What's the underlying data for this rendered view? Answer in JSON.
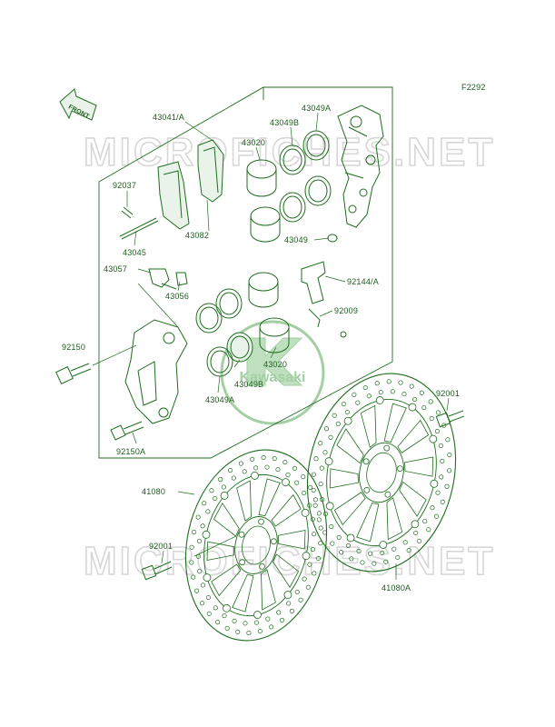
{
  "figure_code": "F2292",
  "direction_arrow_label": "FRONT",
  "watermark_text": "MICROFICHES.NET",
  "brand_logo_text": "Kawasaki",
  "colors": {
    "line": "#1f6d1f",
    "label": "#1e5c1e",
    "watermark": "#d7d7d7",
    "logo": "#5aa85a"
  },
  "labels": {
    "p43041": "43041/A",
    "p43049B_top": "43049B",
    "p43049A_top": "43049A",
    "p43020_top": "43020",
    "p92037": "92037",
    "p43082": "43082",
    "p43049_right": "43049",
    "p43045": "43045",
    "p43057": "43057",
    "p43056": "43056",
    "p92144": "92144/A",
    "p92009": "92009",
    "p92150": "92150",
    "p43020_mid": "43020",
    "p43049B_mid": "43049B",
    "p43049A_mid": "43049A",
    "p92150A": "92150A",
    "p92001_right": "92001",
    "p41080": "41080",
    "p92001_left": "92001",
    "p41080A": "41080A"
  }
}
